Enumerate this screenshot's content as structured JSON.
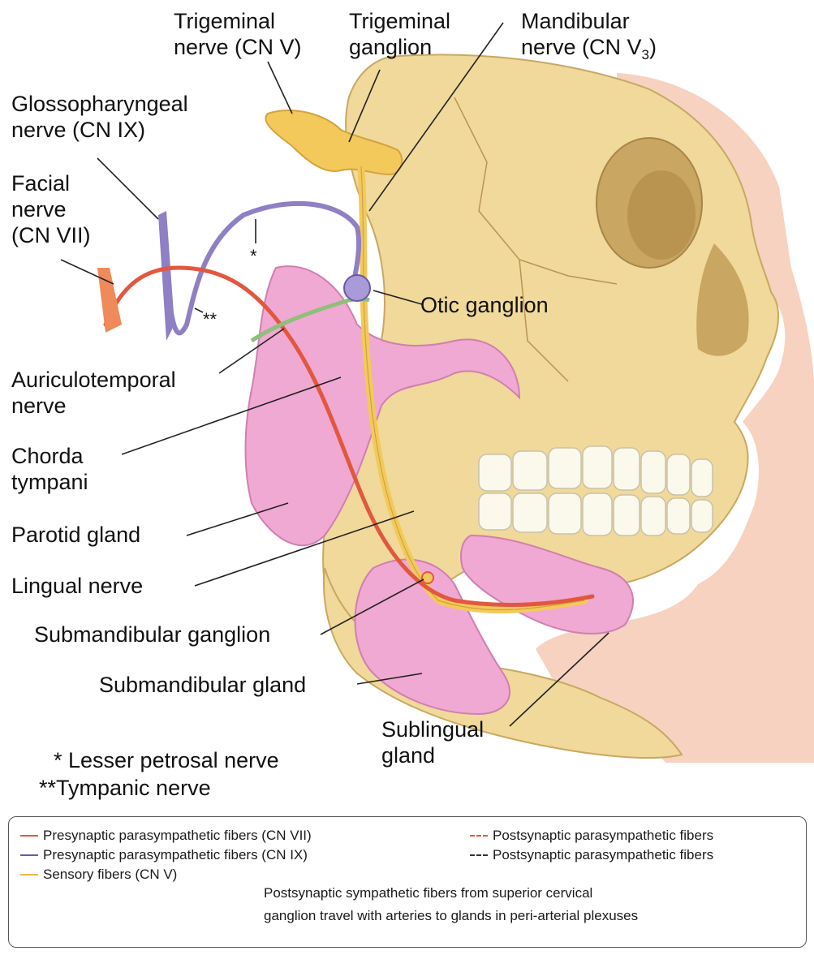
{
  "labels": {
    "trigeminal_nerve": [
      "Trigeminal",
      "nerve (CN V)"
    ],
    "trigeminal_ganglion": [
      "Trigeminal",
      "ganglion"
    ],
    "mandibular_nerve": [
      "Mandibular",
      "nerve (CN V",
      "3",
      ")"
    ],
    "glossopharyngeal_nerve": [
      "Glossopharyngeal",
      "nerve (CN IX)"
    ],
    "facial_nerve": [
      "Facial",
      "nerve",
      "(CN VII)"
    ],
    "otic_ganglion": "Otic ganglion",
    "auriculotemporal_nerve": [
      "Auriculotemporal",
      "nerve"
    ],
    "chorda_tympani": [
      "Chorda",
      "tympani"
    ],
    "parotid_gland": "Parotid gland",
    "lingual_nerve": "Lingual nerve",
    "submandibular_ganglion": "Submandibular ganglion",
    "submandibular_gland": "Submandibular gland",
    "sublingual_gland": [
      "Sublingual",
      "gland"
    ],
    "single_asterisk": "*",
    "double_asterisk": "**"
  },
  "footnotes": {
    "lesser_petrosal": "* Lesser petrosal nerve",
    "tympanic": "**Tympanic nerve"
  },
  "legend": {
    "items": [
      {
        "label": "Presynaptic parasympathetic fibers (CN VII)",
        "color": "#e2573f",
        "style": "solid"
      },
      {
        "label": "Presynaptic parasympathetic fibers (CN IX)",
        "color": "#6a5aa5",
        "style": "solid"
      },
      {
        "label": "Sensory fibers (CN V)",
        "color": "#e6b84a",
        "style": "solid"
      },
      {
        "label": "Postsynaptic parasympathetic fibers",
        "color": "#e2573f",
        "style": "dashed"
      },
      {
        "label": "Postsynaptic parasympathetic fibers",
        "color": "#333333",
        "style": "dashed"
      }
    ],
    "note": [
      "Postsynaptic sympathetic fibers from superior cervical",
      "ganglion travel with arteries to glands in peri-arterial plexuses"
    ]
  },
  "colors": {
    "bone": "#f0d99a",
    "skin": "#f7d2c0",
    "gland": "#f0a9d2",
    "teeth": "#fbf8ec",
    "sensory_nerve": "#f3c95c",
    "facial_nerve": "#e2573f",
    "glossopharyngeal_nerve": "#8f7fc4",
    "auriculotemporal": "#8fbf7a"
  }
}
